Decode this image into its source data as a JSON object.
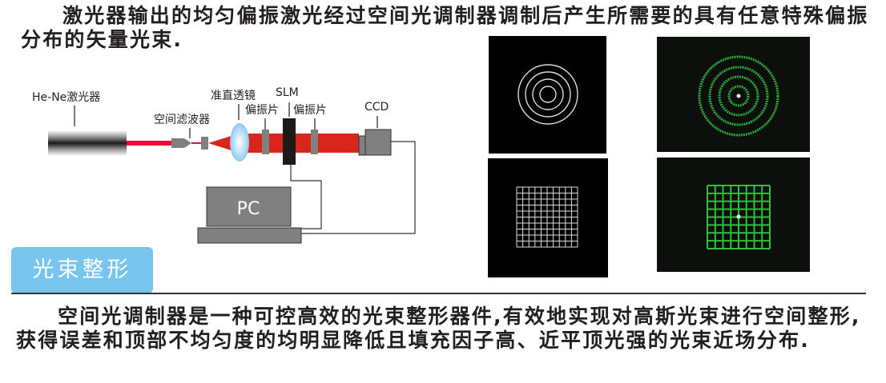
{
  "intro_paragraph": "激光器输出的均匀偏振激光经过空间光调制器调制后产生所需要的具有任意特殊偏振分布的矢量光束.",
  "diagram": {
    "labels": {
      "laser": "He-Ne激光器",
      "spatial_filter": "空间滤波器",
      "collimating_lens": "准直透镜",
      "polarizer_1": "偏振片",
      "slm": "SLM",
      "polarizer_2": "偏振片",
      "ccd": "CCD",
      "pc": "PC"
    },
    "colors": {
      "beam": "#d9261c",
      "thin_beam": "#e8103a",
      "component_gray": "#808080",
      "slm_black": "#1e1a19",
      "lens_blue": "#9fd3f0"
    }
  },
  "images": [
    {
      "name": "ring-pattern-simulated",
      "pattern": "rings",
      "color": "#dcdcdc"
    },
    {
      "name": "ring-pattern-experimental",
      "pattern": "rings",
      "color": "#2fbf3a"
    },
    {
      "name": "grid-pattern-simulated",
      "pattern": "grid",
      "color": "#dcdcdc"
    },
    {
      "name": "grid-pattern-experimental",
      "pattern": "grid",
      "color": "#2fbf3a"
    }
  ],
  "section": {
    "title": "光束整形",
    "badge_color": "#77c4ee"
  },
  "description_paragraph": "空间光调制器是一种可控高效的光束整形器件,有效地实现对高斯光束进行空间整形, 获得误差和顶部不均匀度的均明显降低且填充因子高、近平顶光强的光束近场分布."
}
